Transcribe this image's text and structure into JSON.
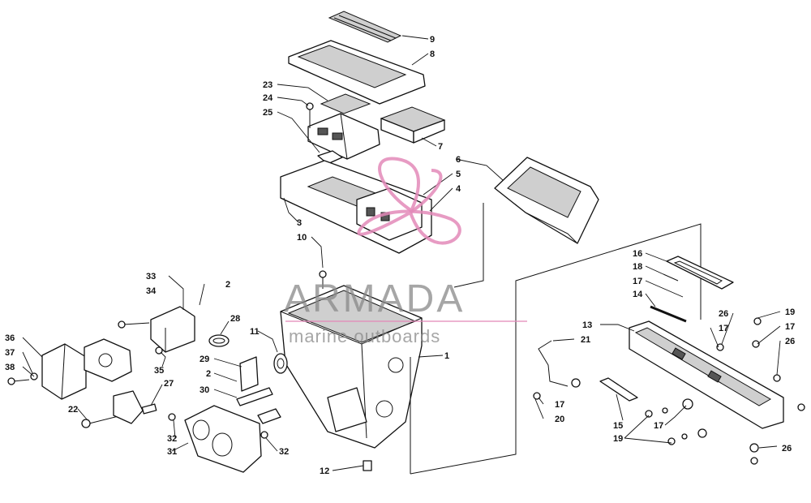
{
  "callouts": {
    "c1": "1",
    "c2a": "2",
    "c2b": "2",
    "c3": "3",
    "c4": "4",
    "c5": "5",
    "c6": "6",
    "c7": "7",
    "c8": "8",
    "c9": "9",
    "c10": "10",
    "c11": "11",
    "c12": "12",
    "c13": "13",
    "c14": "14",
    "c15": "15",
    "c16": "16",
    "c17a": "17",
    "c17b": "17",
    "c17c": "17",
    "c17d": "17",
    "c17e": "17",
    "c18": "18",
    "c19a": "19",
    "c19b": "19",
    "c20": "20",
    "c21": "21",
    "c22": "22",
    "c23": "23",
    "c24": "24",
    "c25": "25",
    "c26a": "26",
    "c26b": "26",
    "c26c": "26",
    "c27": "27",
    "c28": "28",
    "c29": "29",
    "c30": "30",
    "c31": "31",
    "c32a": "32",
    "c32b": "32",
    "c33": "33",
    "c34": "34",
    "c35": "35",
    "c36": "36",
    "c37": "37",
    "c38": "38"
  },
  "watermark": {
    "brand": "ARMADA",
    "tagline": "marine outboards",
    "logo_color": "#e389b9",
    "text_color": "#888888"
  }
}
